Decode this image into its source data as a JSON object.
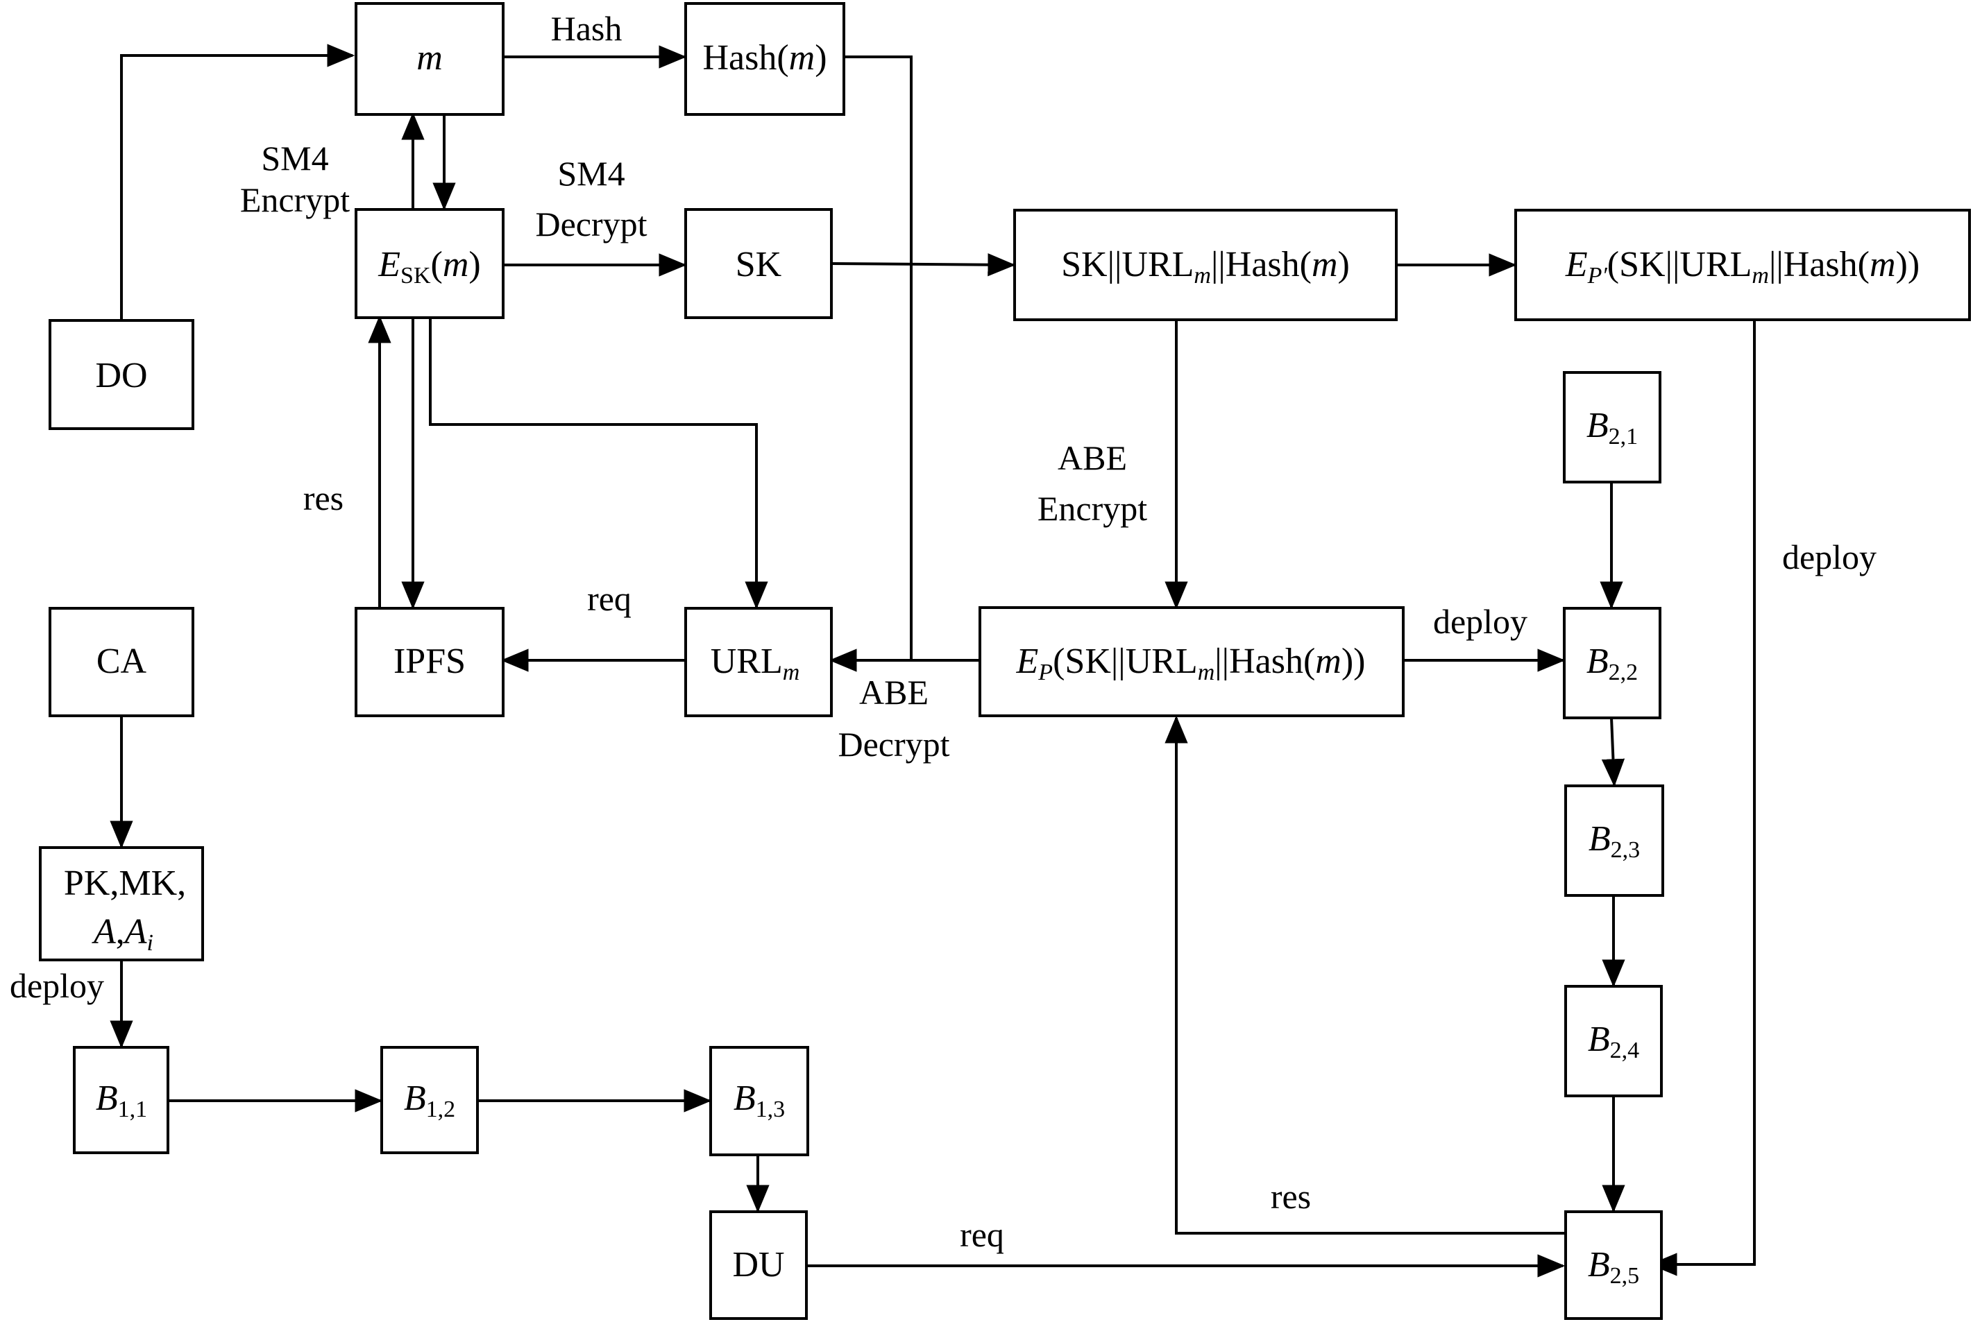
{
  "nodes": {
    "m": {
      "var": "m"
    },
    "hash_m": {
      "pre": "Hash(",
      "var": "m",
      "post": ")"
    },
    "esk": {
      "E": "E",
      "sub": "SK",
      "mid": "(",
      "var": "m",
      "post": ")"
    },
    "sk": {
      "text": "SK"
    },
    "concat": {
      "pre": "SK||URL",
      "sub": "m",
      "mid": "||Hash(",
      "var": "m",
      "post": "))"
    },
    "ep_prime": {
      "E": "E",
      "sub": "P′",
      "pre": "(SK||URL",
      "sub2": "m",
      "mid": "||Hash(",
      "var": "m",
      "post": "))"
    },
    "do": {
      "text": "DO"
    },
    "ca": {
      "text": "CA"
    },
    "ipfs": {
      "text": "IPFS"
    },
    "url": {
      "text": "URL",
      "sub": "m"
    },
    "ep": {
      "E": "E",
      "sub": "P",
      "pre": "(SK||URL",
      "sub2": "m",
      "mid": "||Hash(",
      "var": "m",
      "post": "))"
    },
    "keys": {
      "line1": "PK,MK,",
      "a": "A",
      "comma": ",",
      "ai": "A",
      "ai_sub": "i"
    },
    "b11": {
      "B": "B",
      "sub": "1,1"
    },
    "b12": {
      "B": "B",
      "sub": "1,2"
    },
    "b13": {
      "B": "B",
      "sub": "1,3"
    },
    "du": {
      "text": "DU"
    },
    "b21": {
      "B": "B",
      "sub": "2,1"
    },
    "b22": {
      "B": "B",
      "sub": "2,2"
    },
    "b23": {
      "B": "B",
      "sub": "2,3"
    },
    "b24": {
      "B": "B",
      "sub": "2,4"
    },
    "b25": {
      "B": "B",
      "sub": "2,5"
    }
  },
  "edge_labels": {
    "hash": "Hash",
    "sm4_encrypt_1": "SM4",
    "sm4_encrypt_2": "Encrypt",
    "sm4_decrypt_1": "SM4",
    "sm4_decrypt_2": "Decrypt",
    "res_left": "res",
    "req_top": "req",
    "abe_encrypt_1": "ABE",
    "abe_encrypt_2": "Encrypt",
    "abe_decrypt_1": "ABE",
    "abe_decrypt_2": "Decrypt",
    "deploy_ep": "deploy",
    "deploy_right": "deploy",
    "deploy_left": "deploy",
    "res_bottom": "res",
    "req_bottom": "req"
  }
}
